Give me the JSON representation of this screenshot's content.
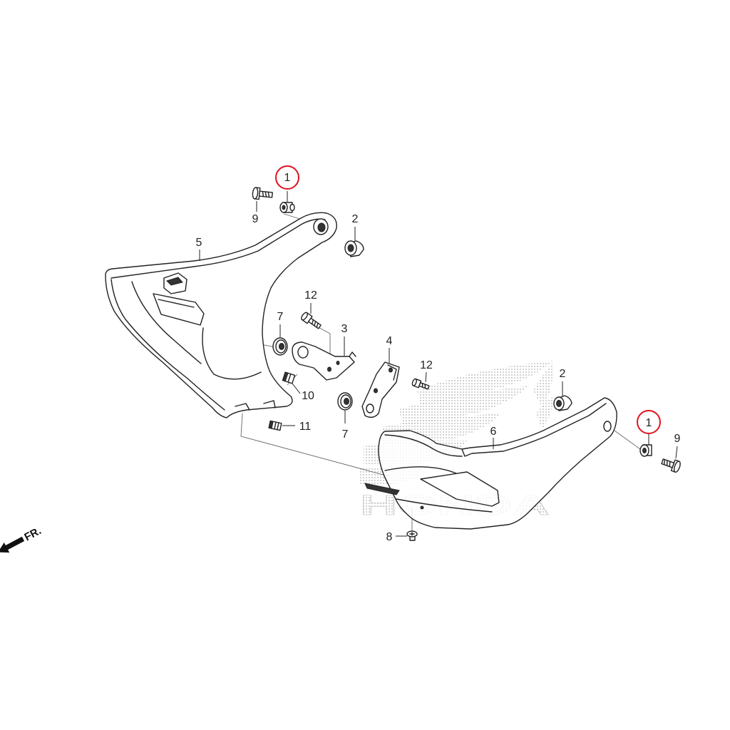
{
  "callouts": {
    "top_1": "1",
    "top_9": "9",
    "top_2": "2",
    "label_5": "5",
    "top_12": "12",
    "top_7": "7",
    "label_3": "3",
    "label_4": "4",
    "right_12": "12",
    "label_10": "10",
    "label_11": "11",
    "bottom_7": "7",
    "right_2": "2",
    "label_6": "6",
    "right_1": "1",
    "right_9": "9",
    "label_8": "8"
  },
  "direction_label": "FR.",
  "logo_text": "HONDA",
  "colors": {
    "highlight": "#e0141e",
    "line": "#222222",
    "watermark": "#a8a8a8"
  }
}
